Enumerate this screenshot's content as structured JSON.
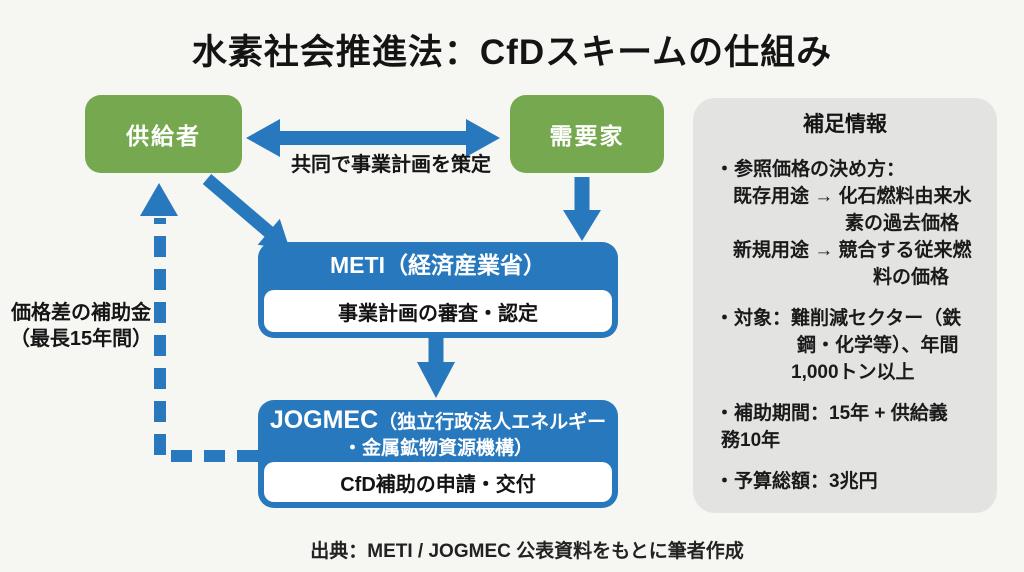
{
  "title": "水素社会推進法：CfDスキームの仕組み",
  "diagram": {
    "supplier_label": "供給者",
    "consumer_label": "需要家",
    "joint_plan_label": "共同で事業計画を策定",
    "subsidy_label_line1": "価格差の補助金",
    "subsidy_label_line2": "（最長15年間）",
    "meti": {
      "name": "METI",
      "paren": "（経済産業省）",
      "body": "事業計画の審査・認定"
    },
    "jogmec": {
      "name": "JOGMEC",
      "paren_line1": "（独立行政法人エネルギー",
      "paren_line2": "・金属鉱物資源機構）",
      "body": "CfD補助の申請・交付"
    }
  },
  "panel": {
    "title": "補足情報",
    "lines": [
      {
        "text": "・参照価格の決め方："
      },
      {
        "text": "既存用途 → 化石燃料由来水"
      },
      {
        "text": "素の過去価格"
      },
      {
        "text": "新規用途 → 競合する従来燃"
      },
      {
        "text": "料の価格"
      },
      {
        "text": "・対象：難削減セクター（鉄"
      },
      {
        "text": "鋼・化学等）、年間"
      },
      {
        "text": "1,000トン以上"
      },
      {
        "text": "・補助期間：15年 + 供給義"
      },
      {
        "text": "務10年"
      },
      {
        "text": "・予算総額：3兆円"
      }
    ]
  },
  "source": "出典：METI / JOGMEC 公表資料をもとに筆者作成",
  "colors": {
    "accent_blue": "#2878bd",
    "box_green": "#76a94f",
    "panel_gray": "#e3e3e1",
    "text_black": "#1b1b1b",
    "background": "#f6f6f2"
  }
}
